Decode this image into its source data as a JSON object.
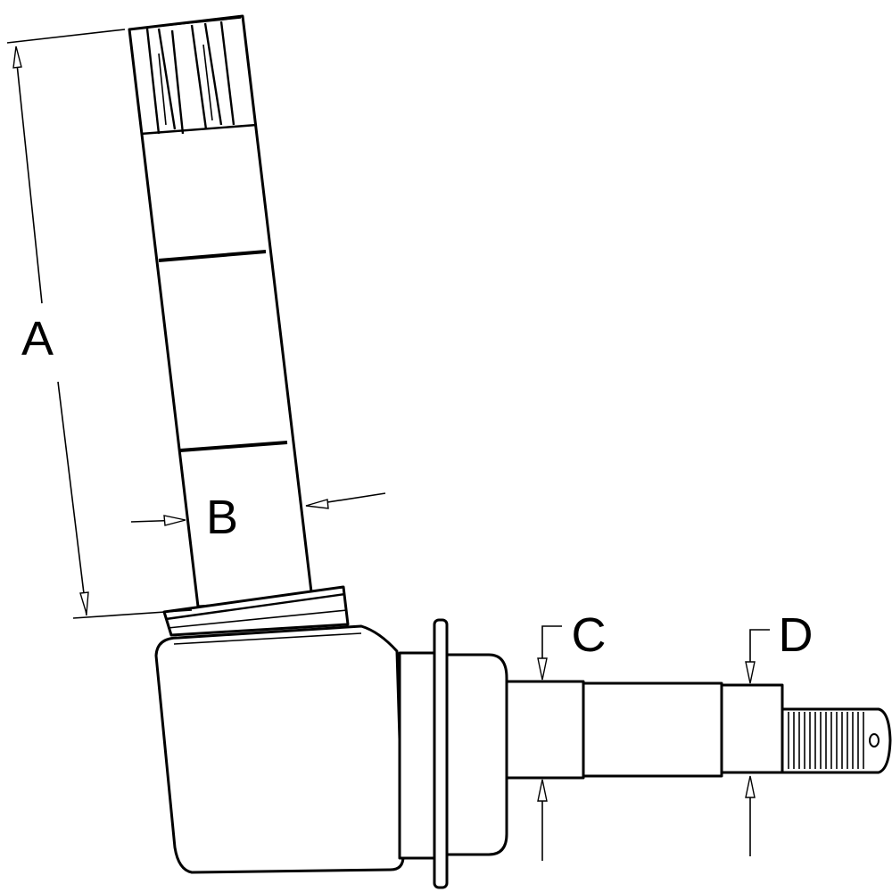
{
  "labels": {
    "a": "A",
    "b": "B",
    "c": "C",
    "d": "D"
  },
  "colors": {
    "stroke": "#000000",
    "background": "#ffffff"
  }
}
